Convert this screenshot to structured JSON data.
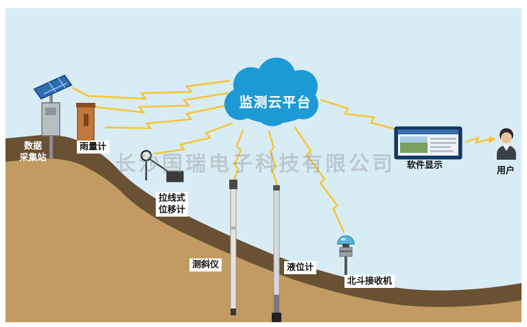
{
  "diagram": {
    "cloud_label": "监测云平台",
    "watermark": "长沙国瑞电子科技有限公司"
  },
  "labels": {
    "station": "数据\n采集站",
    "rain_gauge": "雨量计",
    "displacement": "拉线式\n位移计",
    "inclinometer": "测斜仪",
    "level_meter": "液位计",
    "beidou": "北斗接收机",
    "software": "软件显示",
    "user": "用户"
  },
  "colors": {
    "sky": "#d8ecf6",
    "cloud": "#1d99d6",
    "soil_dark": "#6a5134",
    "soil_light": "#c29b62",
    "lightning": "#f6c52e"
  }
}
